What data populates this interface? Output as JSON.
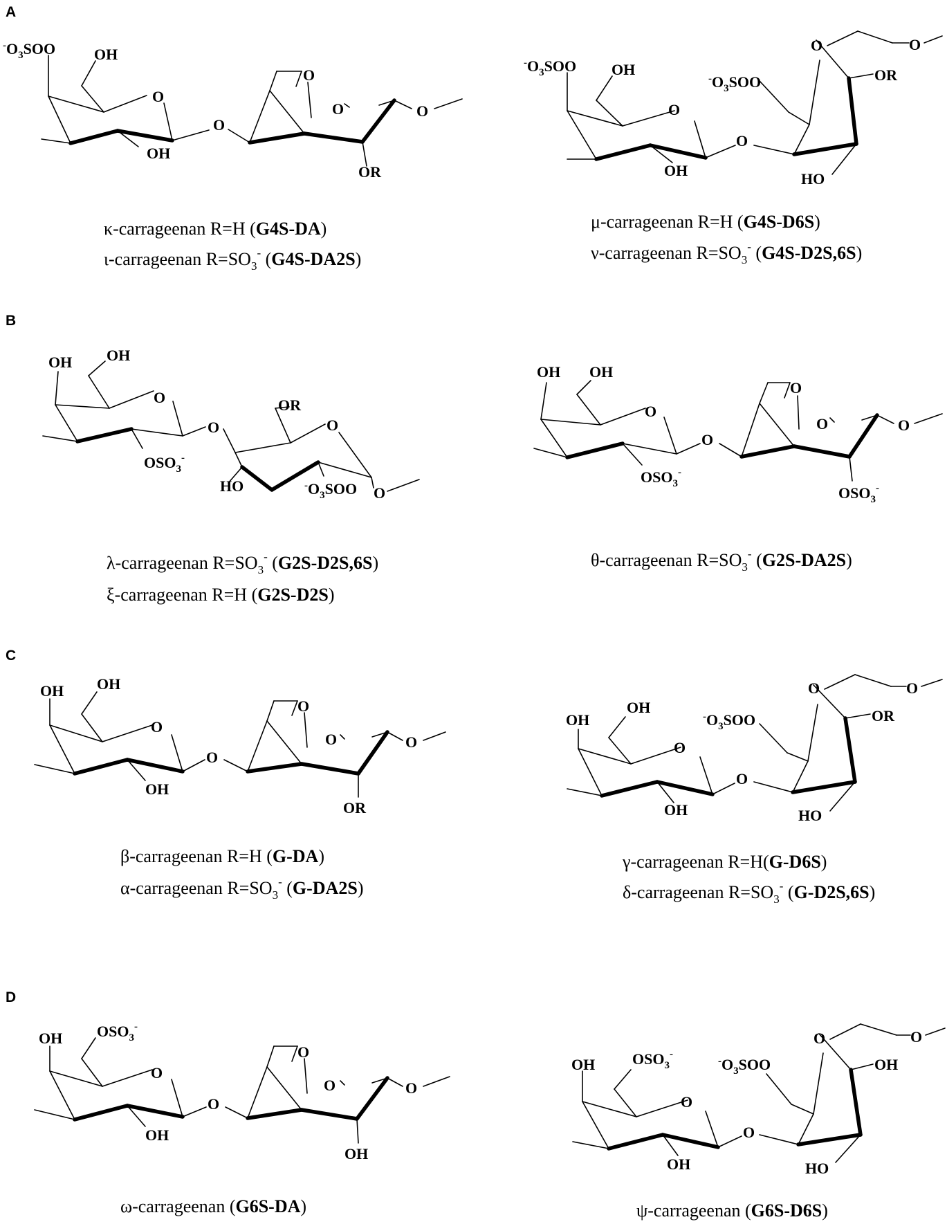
{
  "panels": [
    {
      "id": "A",
      "label": "A"
    },
    {
      "id": "B",
      "label": "B"
    },
    {
      "id": "C",
      "label": "C"
    },
    {
      "id": "D",
      "label": "D"
    }
  ],
  "captions": {
    "kappa_name": "κ-carrageenan R=H (",
    "kappa_code": "G4S-DA",
    "kappa_close": ")",
    "iota_name": "ι-carrageenan R=SO",
    "iota_sub": "3",
    "iota_sup": "-",
    "iota_open": " (",
    "iota_code": "G4S-DA2S",
    "iota_close": ")",
    "mu_name": "μ-carrageenan R=H (",
    "mu_code": "G4S-D6S",
    "mu_close": ")",
    "nu_name": "ν-carrageenan R=SO",
    "nu_sub": "3",
    "nu_sup": "-",
    "nu_open": " (",
    "nu_code": "G4S-D2S,6S",
    "nu_close": ")",
    "lambda_name": "λ-carrageenan R=SO",
    "lambda_sub": "3",
    "lambda_sup": "-",
    "lambda_open": " (",
    "lambda_code": "G2S-D2S,6S",
    "lambda_close": ")",
    "xi_name": "ξ-carrageenan R=H (",
    "xi_code": "G2S-D2S",
    "xi_close": ")",
    "theta_name": "θ-carrageenan R=SO",
    "theta_sub": "3",
    "theta_sup": "-",
    "theta_open": " (",
    "theta_code": "G2S-DA2S",
    "theta_close": ")",
    "beta_name": "β-carrageenan R=H (",
    "beta_code": "G-DA",
    "beta_close": ")",
    "alpha_name": "α-carrageenan R=SO",
    "alpha_sub": "3",
    "alpha_sup": "-",
    "alpha_open": " (",
    "alpha_code": "G-DA2S",
    "alpha_close": ")",
    "gamma_name": "γ-carrageenan R=H(",
    "gamma_code": "G-D6S",
    "gamma_close": ")",
    "delta_name": "δ-carrageenan R=SO",
    "delta_sub": "3",
    "delta_sup": "-",
    "delta_open": " (",
    "delta_code": "G-D2S,6S",
    "delta_close": ")",
    "omega_name": "ω-carrageenan (",
    "omega_code": "G6S-DA",
    "omega_close": ")",
    "psi_name": "ψ-carrageenan (",
    "psi_code": "G6S-D6S",
    "psi_close": ")"
  },
  "atoms": {
    "O": "O",
    "OH": "OH",
    "HO": "HO",
    "OR": "OR",
    "SO_pre": "O",
    "SO_mid": "SO",
    "OSO": "OSO",
    "three": "3",
    "minus": "-"
  }
}
